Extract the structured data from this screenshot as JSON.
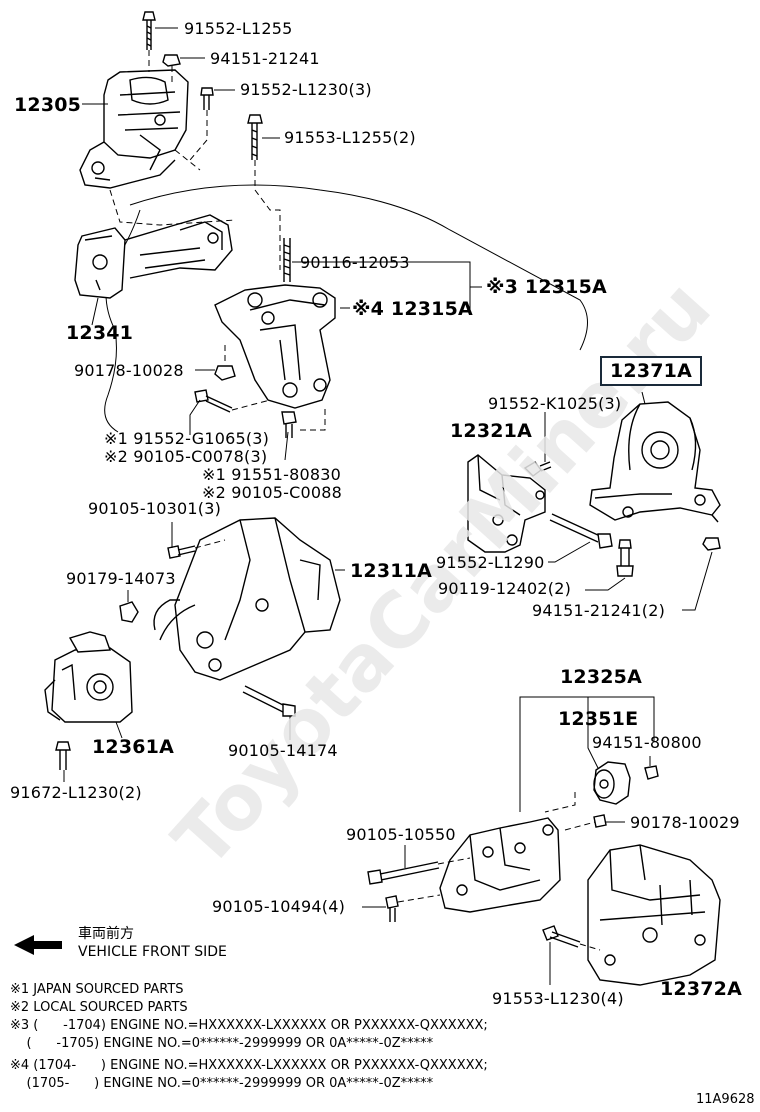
{
  "watermark": "ToyotaCarMine.ru",
  "labels": {
    "p91552_L1255": "91552-L1255",
    "p94151_21241_top": "94151-21241",
    "p91552_L1230_3": "91552-L1230(3)",
    "p12305": "12305",
    "p91553_L1255_2": "91553-L1255(2)",
    "p90116_12053": "90116-12053",
    "p12315A_ref": "※3 12315A",
    "p12315A_inner": "※4 12315A",
    "p12341": "12341",
    "p90178_10028": "90178-10028",
    "p91552_G1065": "※1 91552-G1065(3)",
    "p90105_C0078": "※2 90105-C0078(3)",
    "p91551_80830": "※1 91551-80830",
    "p90105_C0088": "※2 90105-C0088",
    "p12371A": "12371A",
    "p91552_K1025": "91552-K1025(3)",
    "p12321A": "12321A",
    "p91552_L1290": "91552-L1290",
    "p90119_12402": "90119-12402(2)",
    "p94151_21241_2": "94151-21241(2)",
    "p90105_10301": "90105-10301(3)",
    "p12311A": "12311A",
    "p90179_14073": "90179-14073",
    "p12361A": "12361A",
    "p90105_14174": "90105-14174",
    "p91672_L1230": "91672-L1230(2)",
    "p12325A": "12325A",
    "p12351E": "12351E",
    "p94151_80800": "94151-80800",
    "p90105_10550": "90105-10550",
    "p90178_10029": "90178-10029",
    "p90105_10494": "90105-10494(4)",
    "p12372A": "12372A",
    "p91553_L1230_4": "91553-L1230(4)"
  },
  "front": {
    "line1": "車両前方",
    "line2": "VEHICLE FRONT SIDE"
  },
  "notes": [
    "※1 JAPAN SOURCED PARTS",
    "※2 LOCAL SOURCED PARTS",
    "※3 (      -1704) ENGINE NO.=HXXXXXX-LXXXXXX OR PXXXXXX-QXXXXXX;",
    "    (      -1705) ENGINE NO.=0******-2999999 OR 0A*****-0Z*****",
    "※4 (1704-      ) ENGINE NO.=HXXXXXX-LXXXXXX OR PXXXXXX-QXXXXXX;",
    "    (1705-      ) ENGINE NO.=0******-2999999 OR 0A*****-0Z*****"
  ],
  "diagram_id": "11A9628"
}
